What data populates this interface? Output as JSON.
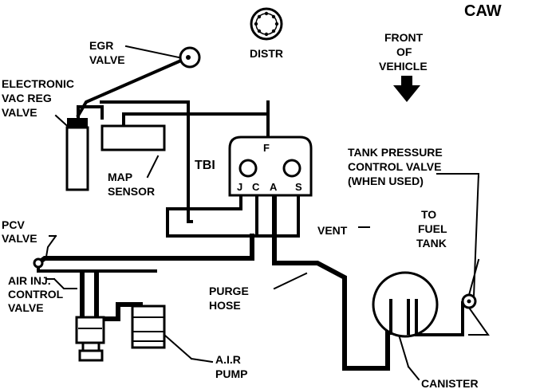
{
  "diagram": {
    "code": "CAW",
    "labels": {
      "distr": "DISTR",
      "front_line1": "FRONT",
      "front_line2": "OF",
      "front_line3": "VEHICLE",
      "egr_line1": "EGR",
      "egr_line2": "VALVE",
      "evr_line1": "ELECTRONIC",
      "evr_line2": "VAC REG",
      "evr_line3": "VALVE",
      "map_line1": "MAP",
      "map_line2": "SENSOR",
      "tbi": "TBI",
      "tbi_port_f": "F",
      "tbi_port_j": "J",
      "tbi_port_c": "C",
      "tbi_port_a": "A",
      "tbi_port_s": "S",
      "tpcv_line1": "TANK PRESSURE",
      "tpcv_line2": "CONTROL VALVE",
      "tpcv_line3": "(WHEN USED)",
      "fuel_line1": "TO",
      "fuel_line2": "FUEL",
      "fuel_line3": "TANK",
      "vent": "VENT",
      "pcv_line1": "PCV",
      "pcv_line2": "VALVE",
      "air_line1": "AIR INJ.",
      "air_line2": "CONTROL",
      "air_line3": "VALVE",
      "purge_line1": "PURGE",
      "purge_line2": "HOSE",
      "pump_line1": "A.I.R",
      "pump_line2": "PUMP",
      "canister": "CANISTER"
    },
    "icons": [
      "distributor-cap-icon",
      "front-arrow-icon"
    ],
    "colors": {
      "line": "#000000",
      "background": "#ffffff"
    }
  }
}
